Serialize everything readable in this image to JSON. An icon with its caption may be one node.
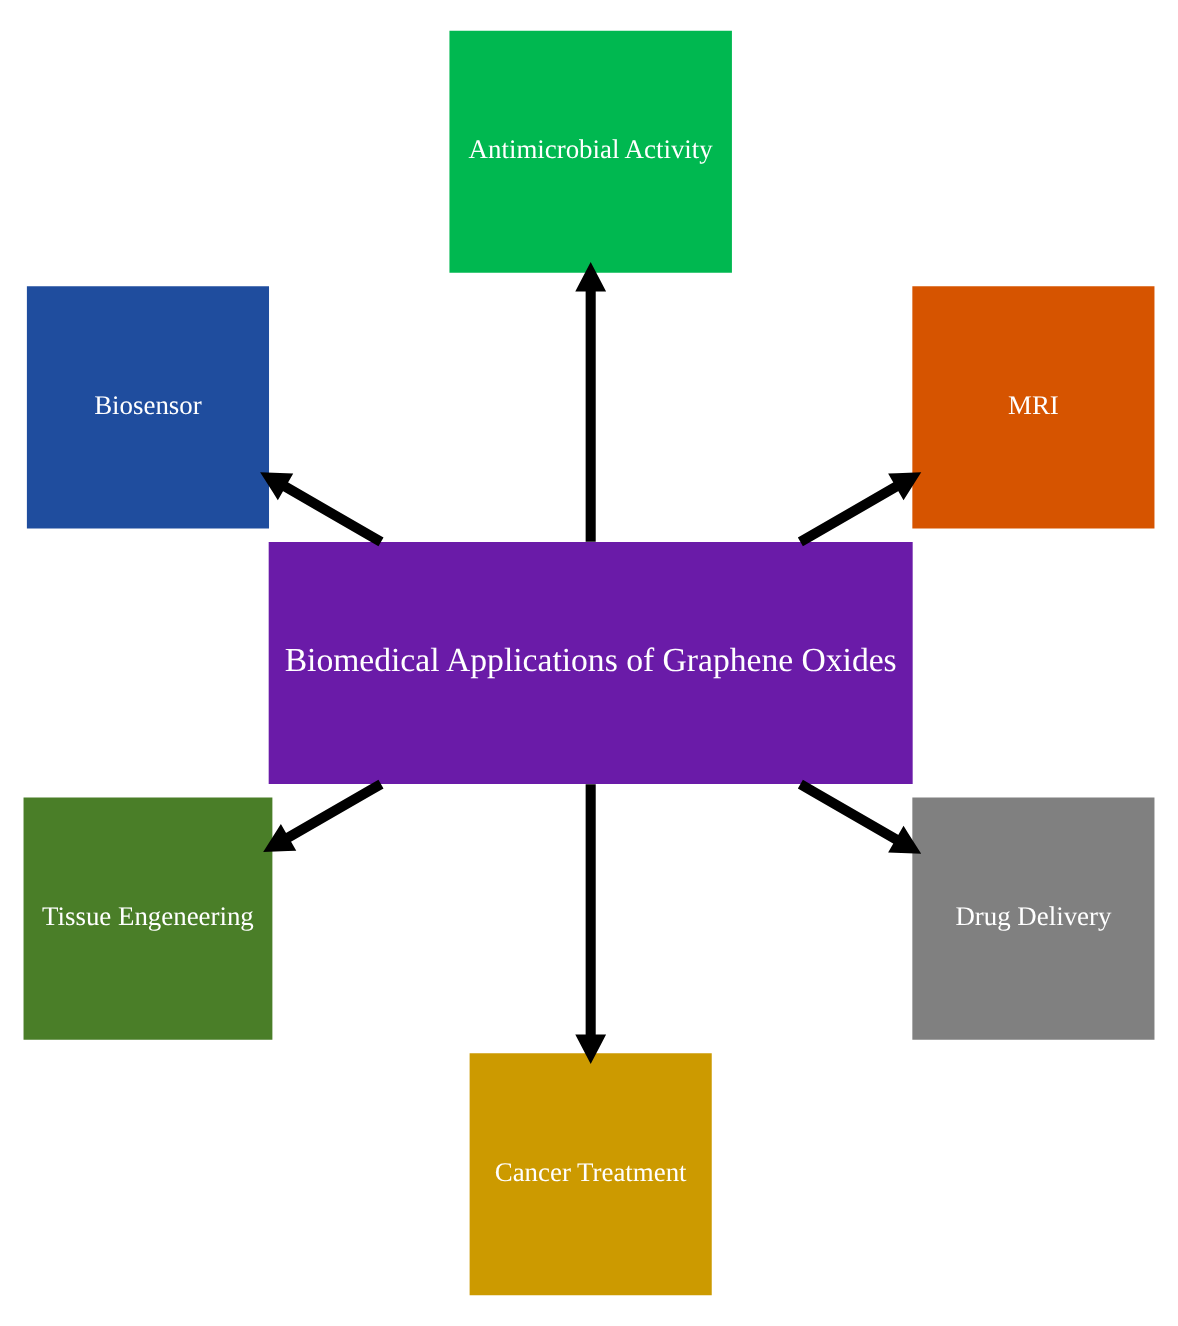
{
  "diagram": {
    "nodes": [
      {
        "text": [
          "Biomedical Applications of Graphene Oxides"
        ]
      },
      {
        "text": [
          "MRI"
        ]
      },
      {
        "text": [
          "Antimicrobial Activity"
        ]
      },
      {
        "text": [
          "Biosensor"
        ]
      },
      {
        "text": [
          "Tissue Engeneering"
        ]
      },
      {
        "text": [
          "Cancer Treatment"
        ]
      },
      {
        "text": [
          "Drug Delivery"
        ]
      }
    ],
    "edges": [
      {
        "from": 0,
        "to": 1,
        "arrow": "to"
      },
      {
        "from": 0,
        "to": 2,
        "arrow": "to"
      },
      {
        "from": 0,
        "to": 3,
        "arrow": "to"
      },
      {
        "from": 0,
        "to": 4,
        "arrow": "to"
      },
      {
        "from": 0,
        "to": 5,
        "arrow": "to"
      },
      {
        "from": 0,
        "to": 6,
        "arrow": "to"
      }
    ]
  }
}
